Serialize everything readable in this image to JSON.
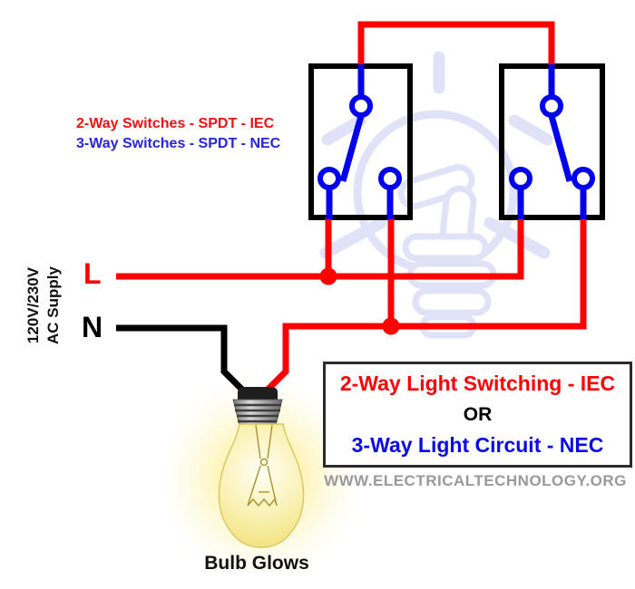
{
  "labels": {
    "switch_label_iec": "2-Way Switches - SPDT - IEC",
    "switch_label_nec": "3-Way Switches - SPDT - NEC",
    "line_label": "L",
    "neutral_label": "N",
    "supply_line1": "120V/230V",
    "supply_line2": "AC Supply",
    "bulb_caption": "Bulb Glows"
  },
  "title_box": {
    "line1": "2-Way Light Switching - IEC",
    "or": "OR",
    "line2": "3-Way Light Circuit - NEC"
  },
  "watermark_url": "WWW.ELECTRICALTECHNOLOGY.ORG",
  "colors": {
    "live_wire": "#ff0000",
    "neutral_wire": "#000000",
    "switch": "#0000ee",
    "label_red": "#ee1111",
    "label_blue": "#2626d8",
    "title_blue": "#0a0ae6",
    "watermark_gray": "#97999b",
    "logo_watermark": "#e0e3f8"
  }
}
